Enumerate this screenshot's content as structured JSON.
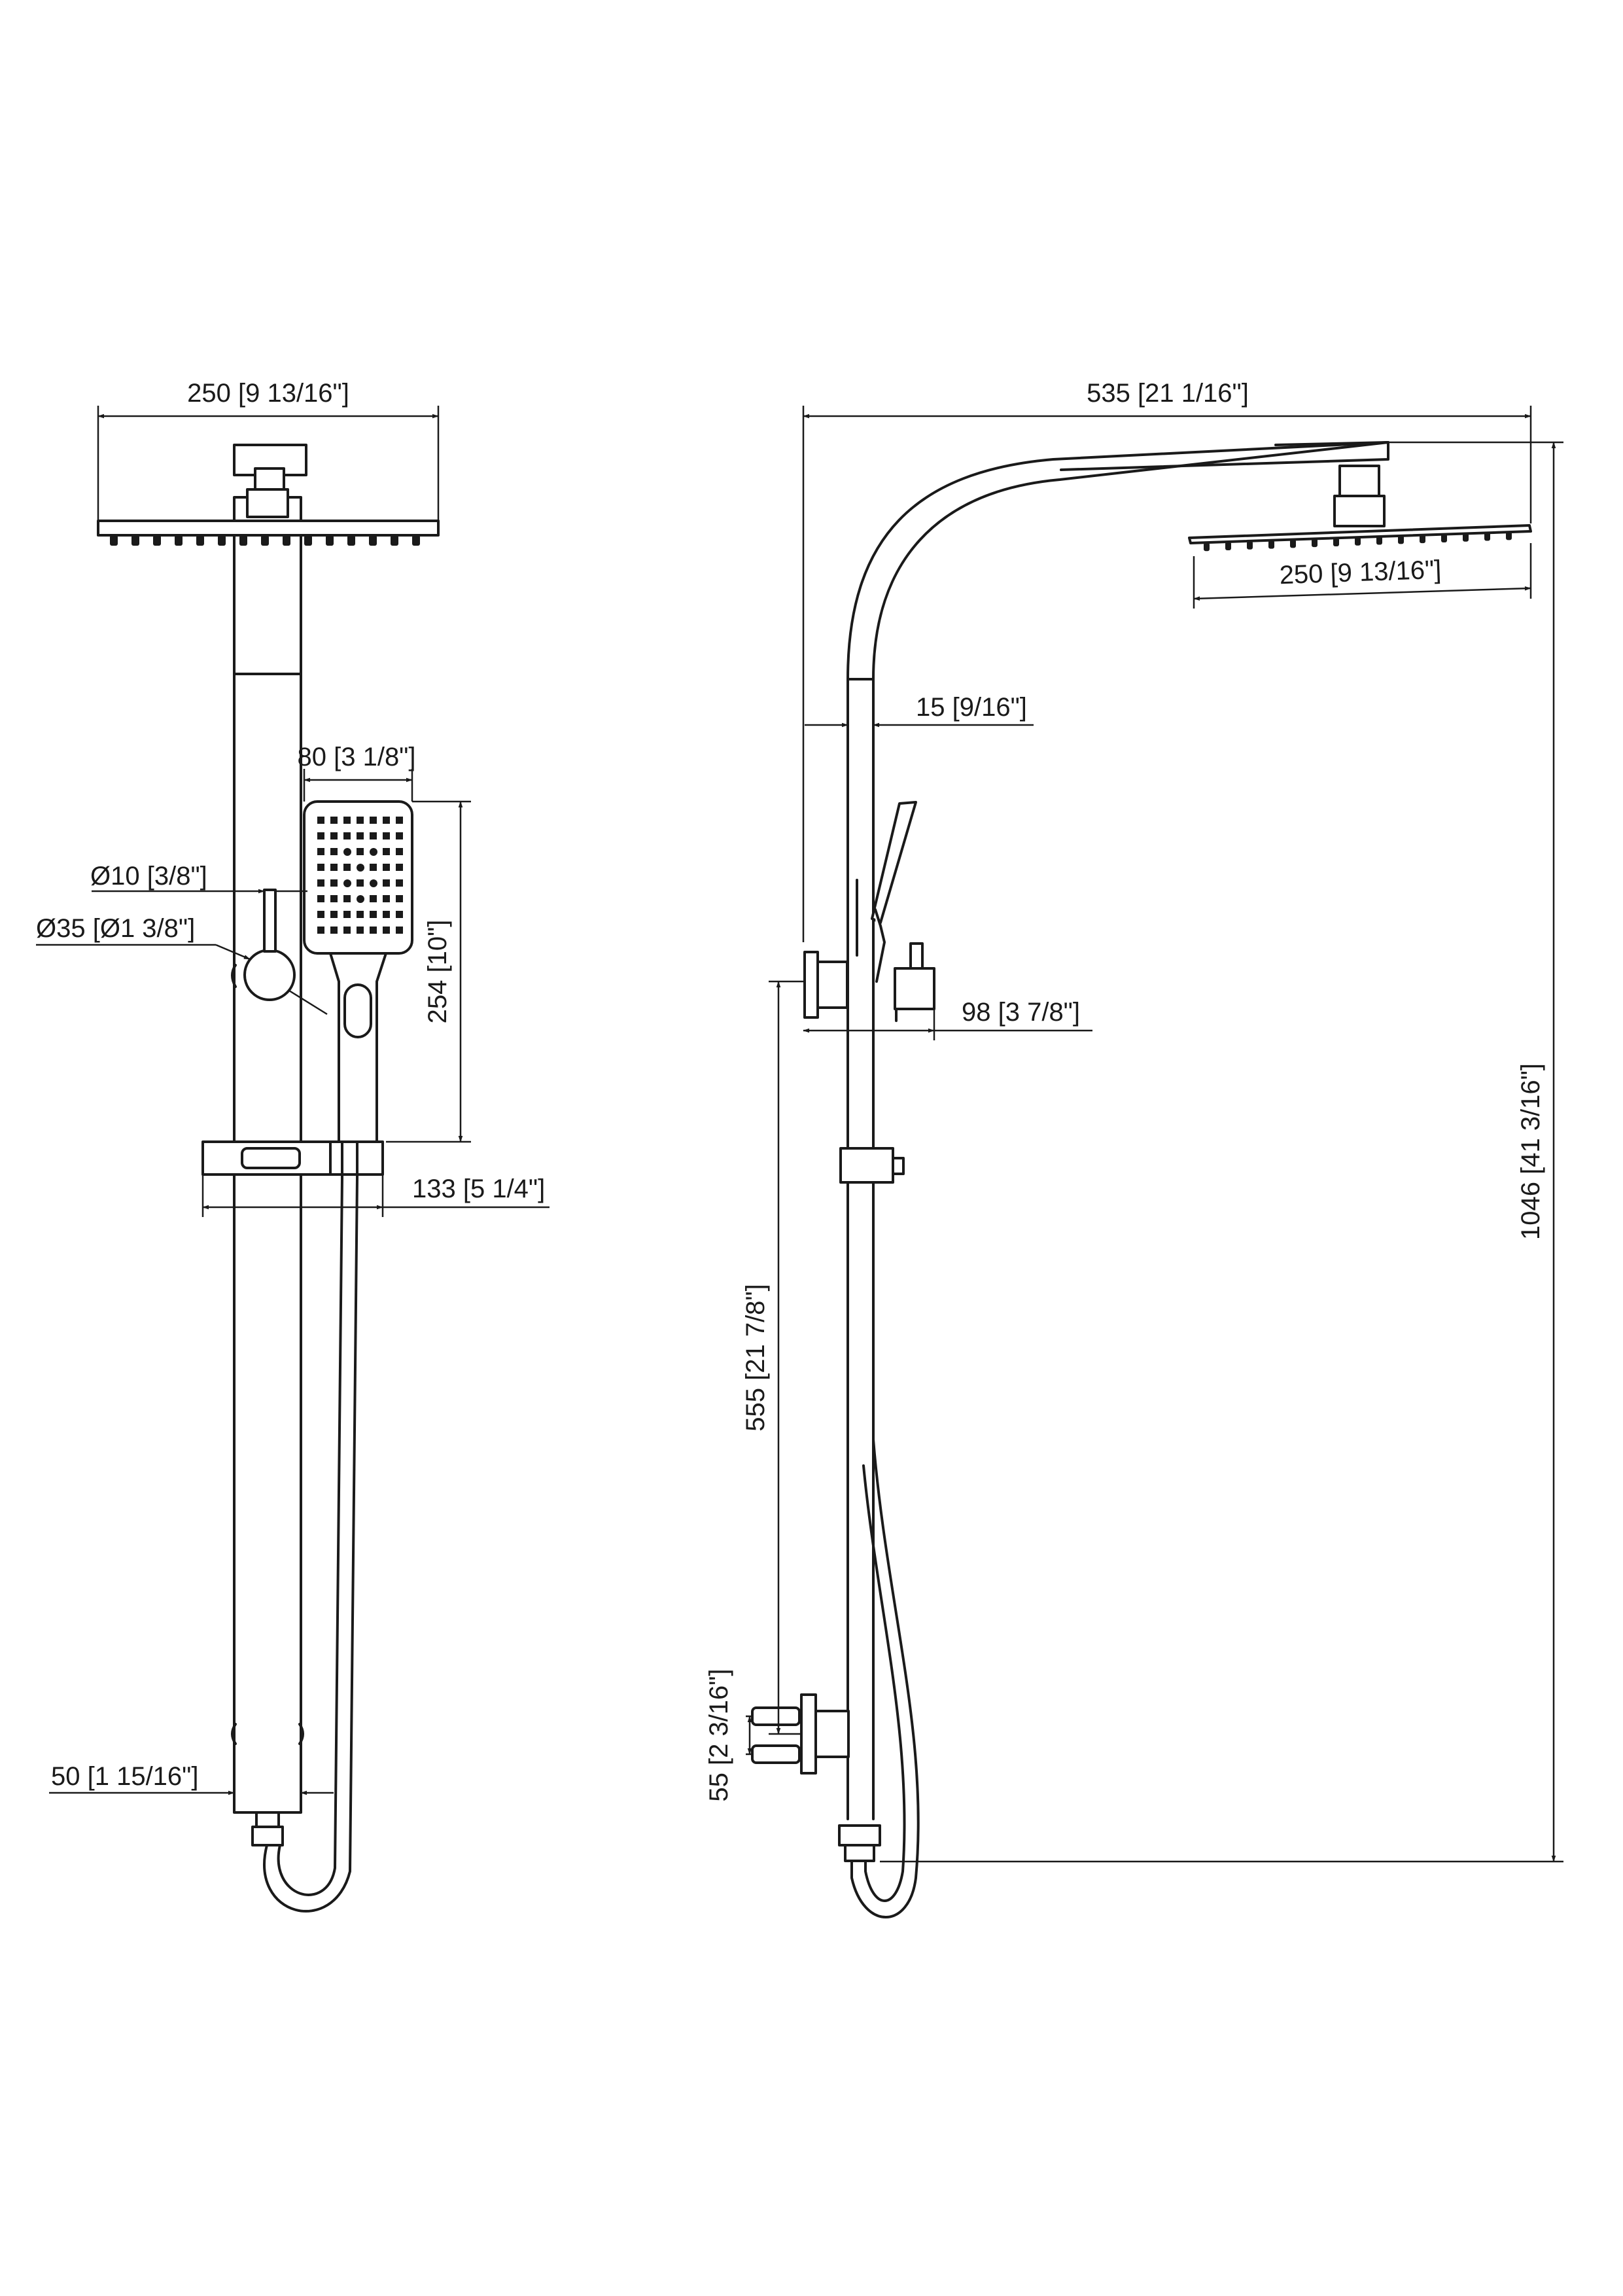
{
  "dimensions": {
    "front_head_width": "250 [9 13/16\"]",
    "hand_width": "80 [3 1/8\"]",
    "rod_diameter": "Ø10 [3/8\"]",
    "bracket_diameter": "Ø35 [Ø1 3/8\"]",
    "hand_length": "254 [10\"]",
    "holder_width": "133 [5 1/4\"]",
    "pipe_width": "50 [1 15/16\"]",
    "overall_width": "535 [21 1/16\"]",
    "side_head_width": "250 [9 13/16\"]",
    "pipe_offset": "15 [9/16\"]",
    "bracket_projection": "98 [3 7/8\"]",
    "bracket_height": "555 [21 7/8\"]",
    "overall_height": "1046 [41 3/16\"]",
    "inlet_spacing": "55 [2 3/16\"]"
  },
  "colors": {
    "line": "#1a1a1a",
    "background": "#ffffff"
  }
}
